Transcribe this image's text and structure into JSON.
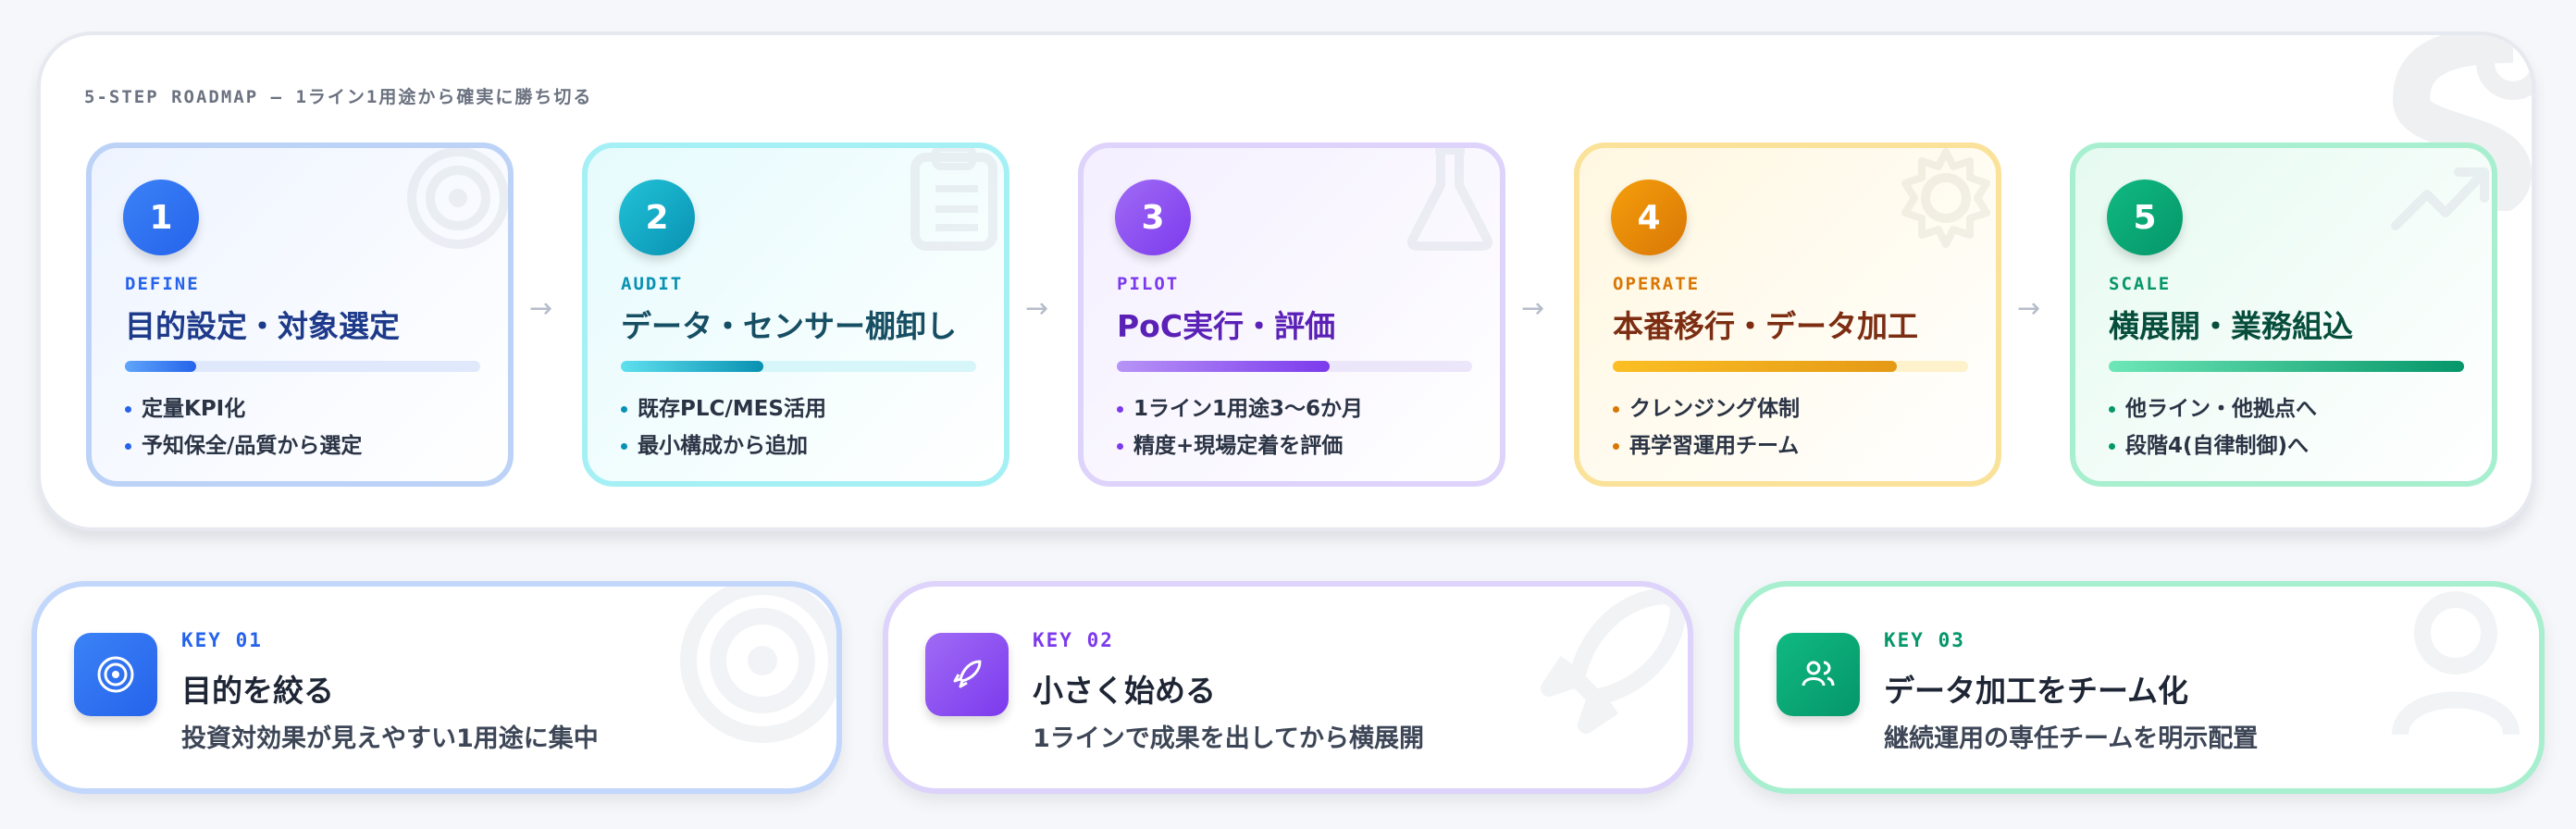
{
  "roadmap": {
    "title": "5-STEP ROADMAP – 1ライン1用途から確実に勝ち切る",
    "steps": [
      {
        "number": "1",
        "eng": "DEFINE",
        "title": "目的設定・対象選定",
        "progress": 0.2,
        "bullets": [
          "定量KPI化",
          "予知保全/品質から選定"
        ],
        "icon": "target-icon",
        "color": "#2563eb"
      },
      {
        "number": "2",
        "eng": "AUDIT",
        "title": "データ・センサー棚卸し",
        "progress": 0.4,
        "bullets": [
          "既存PLC/MES活用",
          "最小構成から追加"
        ],
        "icon": "clipboard-icon",
        "color": "#0891b2"
      },
      {
        "number": "3",
        "eng": "PILOT",
        "title": "PoC実行・評価",
        "progress": 0.6,
        "bullets": [
          "1ライン1用途3〜6か月",
          "精度+現場定着を評価"
        ],
        "icon": "flask-icon",
        "color": "#7c3aed"
      },
      {
        "number": "4",
        "eng": "OPERATE",
        "title": "本番移行・データ加工",
        "progress": 0.8,
        "bullets": [
          "クレンジング体制",
          "再学習運用チーム"
        ],
        "icon": "gear-icon",
        "color": "#d97706"
      },
      {
        "number": "5",
        "eng": "SCALE",
        "title": "横展開・業務組込",
        "progress": 1.0,
        "bullets": [
          "他ライン・他拠点へ",
          "段階4(自律制御)へ"
        ],
        "icon": "trend-up-icon",
        "color": "#059669"
      }
    ]
  },
  "keys": [
    {
      "label": "KEY 01",
      "title": "目的を絞る",
      "desc": "投資対効果が見えやすい1用途に集中",
      "icon": "target-icon",
      "color": "#2563eb"
    },
    {
      "label": "KEY 02",
      "title": "小さく始める",
      "desc": "1ラインで成果を出してから横展開",
      "icon": "rocket-icon",
      "color": "#7c3aed"
    },
    {
      "label": "KEY 03",
      "title": "データ加工をチーム化",
      "desc": "継続運用の専任チームを明示配置",
      "icon": "users-icon",
      "color": "#059669"
    }
  ]
}
